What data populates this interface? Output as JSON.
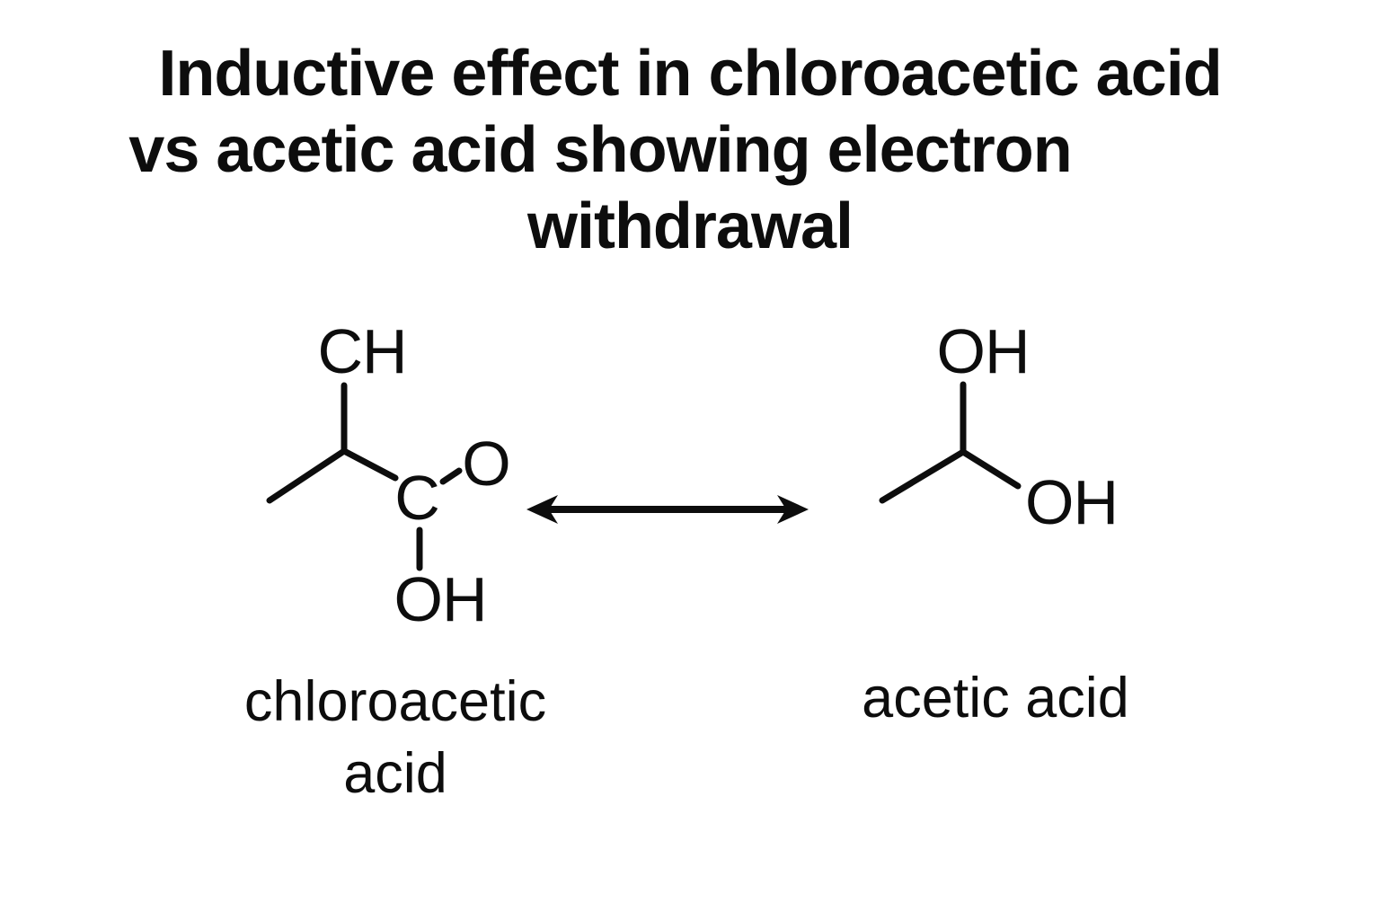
{
  "colors": {
    "ink": "#0d0d0d",
    "background": "#ffffff"
  },
  "title": {
    "lines": [
      "Inductive effect in chloroacetic acid",
      "vs acetic acid showing electron",
      "withdrawal"
    ]
  },
  "molecules": {
    "left": {
      "atom_labels": {
        "methine": "CH",
        "carboxyl_carbon": "C",
        "carbonyl_oxygen": "O",
        "hydroxyl": "OH"
      },
      "name_lines": [
        "chloroacetic",
        "acid"
      ]
    },
    "right": {
      "atom_labels": {
        "top_hydroxyl": "OH",
        "side_hydroxyl": "OH"
      },
      "name": "acetic acid"
    }
  },
  "icons": {
    "comparison_arrow": "double-headed-arrow"
  }
}
